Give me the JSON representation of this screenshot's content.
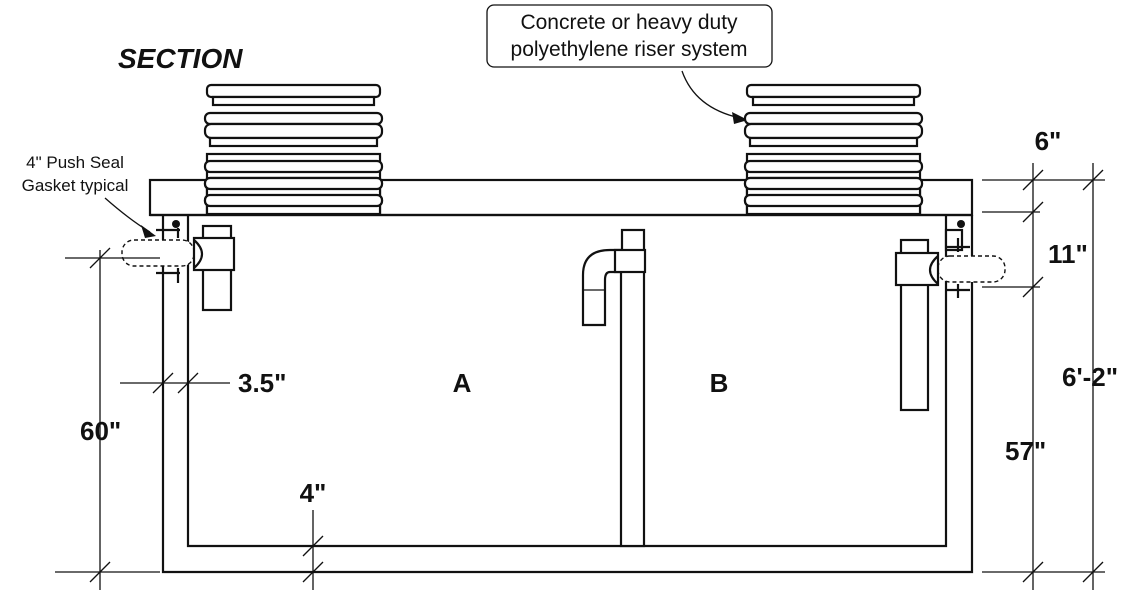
{
  "diagram": {
    "title": "SECTION",
    "callout_riser": [
      "Concrete or heavy duty",
      "polyethylene riser system"
    ],
    "callout_gasket": [
      "4\" Push Seal",
      "Gasket typical"
    ],
    "chamber_labels": {
      "left": "A",
      "right": "B"
    },
    "dimensions": {
      "lid_thickness": "6\"",
      "outlet_drop": "11\"",
      "overall_height": "6'-2\"",
      "right_depth": "57\"",
      "left_depth": "60\"",
      "wall_thickness": "3.5\"",
      "floor_thickness": "4\""
    }
  }
}
